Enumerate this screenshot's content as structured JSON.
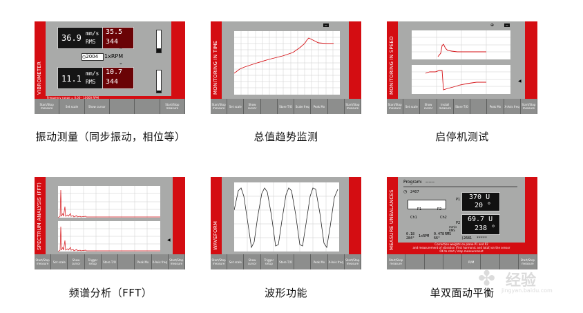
{
  "toolbar_default": [
    "Start/Stop measure",
    "Set scale",
    "Show cursor",
    "",
    "",
    "Start/Stop measure"
  ],
  "toolbar_monitoring": [
    "Start/Stop measure",
    "Set scale",
    "Show cursor",
    "",
    "Store T/O",
    "Scale\nfreq",
    "Peak Mx",
    "",
    "Start/Stop measure"
  ],
  "toolbar_speed": [
    "Start/Stop measure",
    "Set scale",
    "Show cursor",
    "Install measure",
    "Store T/O",
    "",
    "Peak Mx",
    "X-Axis\nfreq",
    "Start/Stop measure"
  ],
  "toolbar_fft": [
    "Start/Stop measure",
    "Set scale",
    "Show cursor",
    "Trigger setup",
    "Store T/O",
    "",
    "Peak Mx",
    "X-Axis\nfreq",
    "Start/Stop measure"
  ],
  "toolbar_wave": [
    "Start/Stop measure",
    "Set scale",
    "Show cursor",
    "Trigger setup",
    "Store T/O",
    "",
    "Peak Mx",
    "X-Axis\nfreq",
    "Start/Stop measure"
  ],
  "toolbar_unbal": [
    "Start/Stop measure",
    "",
    "",
    "",
    "Pl/M",
    "",
    "",
    "Start/Stop measure"
  ],
  "panels": {
    "vibrometer": {
      "rail": "VIBROMETER",
      "top_value": "36.9",
      "top_unit1": "mm/s",
      "top_unit2": "RMS",
      "top_red_value": "35.5",
      "top_red_phase": "344",
      "rpm_value": "2004",
      "rpm_label": "1xRPM",
      "bottom_value": "11.1",
      "bottom_unit1": "mm/s",
      "bottom_unit2": "RMS",
      "bottom_red_value": "10.7",
      "bottom_red_phase": "344",
      "footer": "Frequency range = 0.00 - 10000 RPM"
    },
    "monitoring_time": {
      "rail": "MONITORING IN TIME"
    },
    "monitoring_speed": {
      "rail": "MONITORING IN SPEED"
    },
    "fft": {
      "rail": "SPECTRUM ANALYSIS (FFT)"
    },
    "waveform": {
      "rail": "WAVEFORM"
    },
    "unbalance": {
      "rail": "MEASURE UNBALANCES",
      "program_label": "Program:",
      "program_value": "------",
      "rpm_value": "2407",
      "p1_label": "P1",
      "p2_label": "P2",
      "ch1_label": "Ch1",
      "ch2_label": "Ch2",
      "p1_value": "370 U",
      "p1_angle": "20 °",
      "p2_value": "69.7 U",
      "p2_angle": "238 °",
      "mm_label": "mm/s\nRMS",
      "small1a": "0.18",
      "small1b": "284°",
      "small2a": "1xRPM",
      "small3a": "0.478",
      "small3b": "66°",
      "small4a": "RMS",
      "counter": "(2681",
      "stars": "*****",
      "note1": "Correction weights on plane P1 and P2",
      "note2": "and measurement of vibration (first harmonic and total) on the sensor",
      "note3": "OK to start / stop measurement"
    }
  },
  "captions": [
    "振动测量（同步振动，相位等）",
    "总值趋势监测",
    "启停机测试",
    "频谱分析（FFT）",
    "波形功能",
    "单双面动平衡"
  ],
  "watermark_text": "经验",
  "watermark_url": "jingyan.baidu.com"
}
